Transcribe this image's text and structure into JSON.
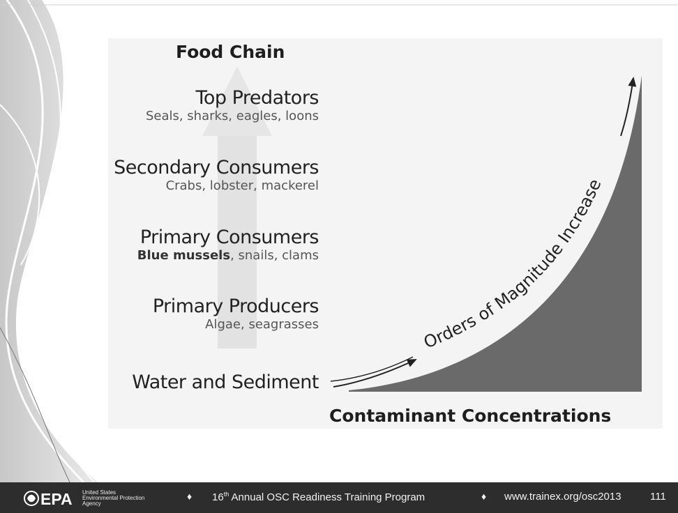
{
  "diagram": {
    "food_chain_title": "Food Chain",
    "levels": [
      {
        "title": "Top Predators",
        "examples": "Seals, sharks, eagles, loons",
        "examples_bold": ""
      },
      {
        "title": "Secondary Consumers",
        "examples": "Crabs, lobster, mackerel",
        "examples_bold": ""
      },
      {
        "title": "Primary Consumers",
        "examples": ", snails, clams",
        "examples_bold": "Blue mussels"
      },
      {
        "title": "Primary Producers",
        "examples": "Algae, seagrasses",
        "examples_bold": ""
      },
      {
        "title": "Water and Sediment",
        "examples": "",
        "examples_bold": ""
      }
    ],
    "curve_label": "Orders of Magnitude Increase",
    "x_axis_label": "Contaminant Concentrations",
    "colors": {
      "fill": "#6a6a6a",
      "text": "#222222",
      "panel": "#f4f4f4"
    }
  },
  "footer": {
    "logo_text": "EPA",
    "agency_lines": [
      "United States",
      "Environmental Protection",
      "Agency"
    ],
    "program_prefix": "16",
    "program_sup": "th",
    "program_rest": " Annual OSC Readiness Training Program",
    "website": "www.trainex.org/osc2013",
    "page_number": "111",
    "separator": "♦"
  }
}
